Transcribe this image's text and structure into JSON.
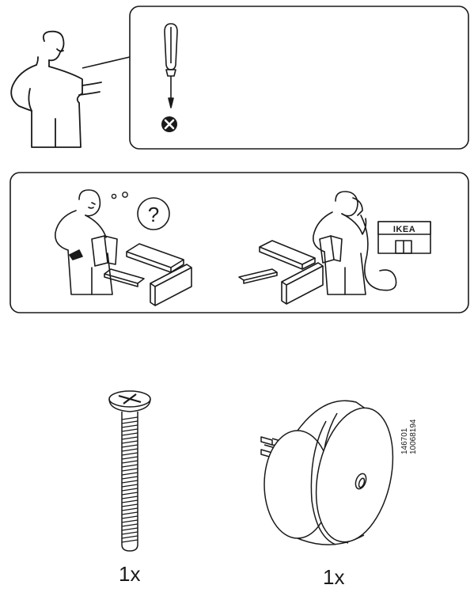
{
  "panel_tools": {
    "icons": [
      "ikea-man-icon",
      "phillips-screwdriver-icon",
      "cross-not-allowed-icon"
    ]
  },
  "panel_help": {
    "icons": [
      "confused-man-icon",
      "question-mark-icon",
      "furniture-parts-icon",
      "phone-man-icon",
      "store-icon"
    ],
    "question_glyph": "?",
    "store_sign": "IKEA"
  },
  "parts": [
    {
      "icon": "screw-icon",
      "quantity": "1x"
    },
    {
      "icon": "round-knob-connector-icon",
      "quantity": "1x",
      "part_numbers": [
        "146701",
        "10068194"
      ]
    }
  ],
  "colors": {
    "ink": "#1a1a1a",
    "background": "#ffffff"
  }
}
